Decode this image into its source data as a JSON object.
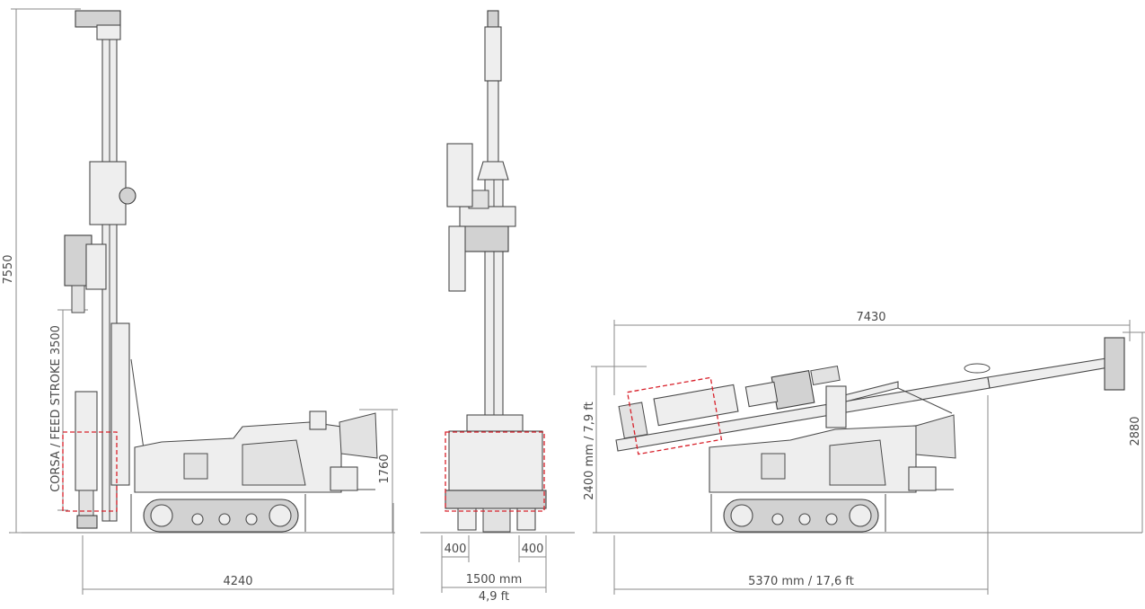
{
  "colors": {
    "line": "#4a4a4a",
    "dimension": "#8a8a8a",
    "highlight": "#d8202a",
    "fill": "#eeeeee"
  },
  "side_view": {
    "height_label": "7550",
    "feed_stroke_label": "CORSA / FEED STROKE 3500",
    "track_height_label": "1760",
    "length_label": "4240"
  },
  "front_view": {
    "left_track_label": "400",
    "right_track_label": "400",
    "width_mm_label": "1500 mm",
    "width_ft_label": "4,9 ft"
  },
  "transport_view": {
    "overall_length_label": "7430",
    "height_label": "2400 mm / 7,9 ft",
    "mast_height_label": "2880",
    "track_length_label": "5370 mm / 17,6 ft"
  }
}
